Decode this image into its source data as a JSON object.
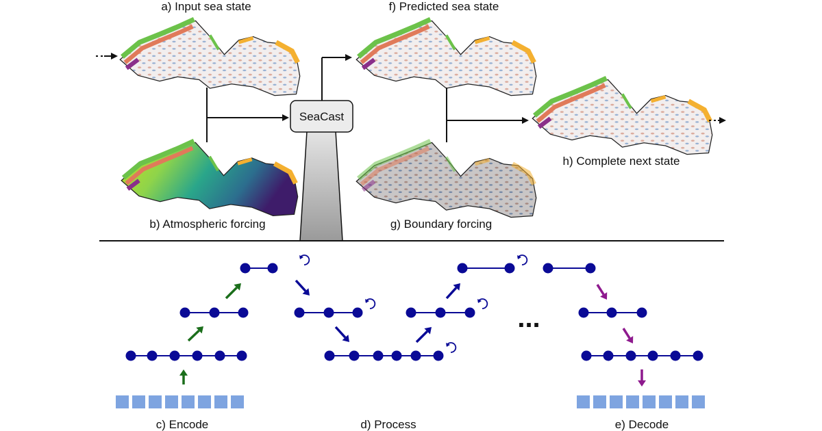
{
  "labels": {
    "input_sea_state": "a) Input sea state",
    "atmospheric_forcing": "b) Atmospheric forcing",
    "encode": "c) Encode",
    "process": "d) Process",
    "decode": "e) Decode",
    "predicted_sea_state": "f) Predicted sea state",
    "boundary_forcing": "g) Boundary forcing",
    "complete_next_state": "h) Complete next state"
  },
  "model": {
    "name": "SeaCast"
  },
  "ellipsis": "...",
  "colors": {
    "node": "#0a0a96",
    "encode_arrow": "#1b6e1b",
    "process_arrow": "#0a0a96",
    "decode_arrow": "#8e1a8e",
    "grid_cell": "#7ea4e0",
    "model_box": "#ececec",
    "funnel_top": "#d6d6d6",
    "funnel_bottom": "#999999"
  }
}
